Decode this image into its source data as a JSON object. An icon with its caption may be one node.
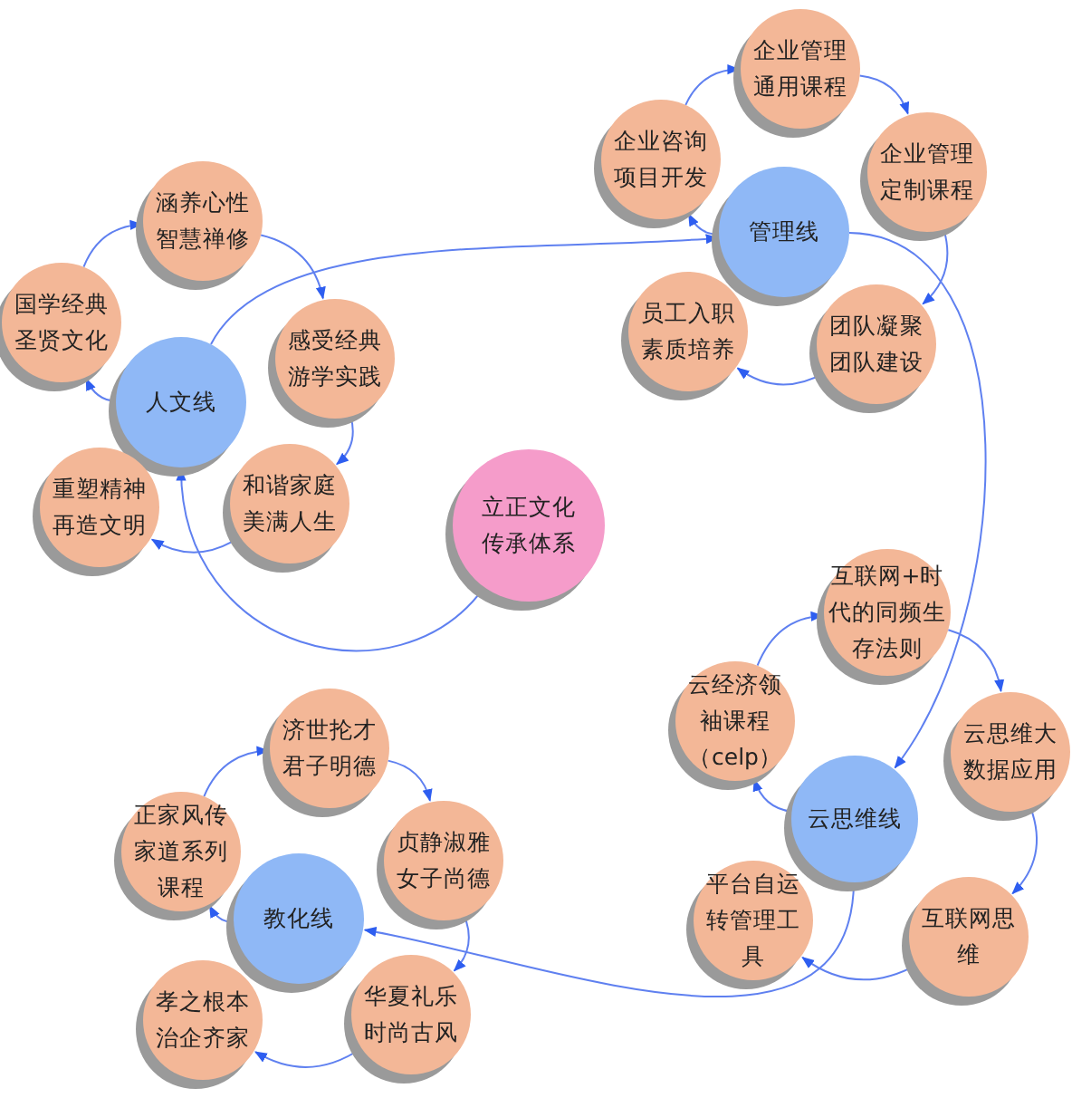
{
  "diagram": {
    "nodes": [
      {
        "text": [
          "立正文化传承体系"
        ]
      },
      {
        "text": [
          "人文线"
        ]
      },
      {
        "text": [
          "国学经典圣贤文化"
        ]
      },
      {
        "text": [
          "涵养心性智慧禅修"
        ]
      },
      {
        "text": [
          "感受经典游学实践"
        ]
      },
      {
        "text": [
          "和谐家庭美满人生"
        ]
      },
      {
        "text": [
          "重塑精神再造文明"
        ]
      },
      {
        "text": [
          "管理线"
        ]
      },
      {
        "text": [
          "企业咨询项目开发"
        ]
      },
      {
        "text": [
          "企业管理通用课程"
        ]
      },
      {
        "text": [
          "企业管理定制课程"
        ]
      },
      {
        "text": [
          "团队凝聚团队建设"
        ]
      },
      {
        "text": [
          "员工入职素质培养"
        ]
      },
      {
        "text": [
          "云思维线"
        ]
      },
      {
        "text": [
          "云经济领袖课程（celp）"
        ]
      },
      {
        "text": [
          "互联网+时代的同频生存法则"
        ]
      },
      {
        "text": [
          "云思维大数据应用"
        ]
      },
      {
        "text": [
          "互联网思维"
        ]
      },
      {
        "text": [
          "平台自运转管理工具"
        ]
      },
      {
        "text": [
          "教化线"
        ]
      },
      {
        "text": [
          "正家风传家道系列课程"
        ]
      },
      {
        "text": [
          "济世抡才君子明德"
        ]
      },
      {
        "text": [
          "贞静淑雅女子尚德"
        ]
      },
      {
        "text": [
          "华夏礼乐时尚古风"
        ]
      },
      {
        "text": [
          "孝之根本治企齐家"
        ]
      }
    ],
    "edges": [
      {
        "from": 0,
        "to": 1,
        "arrow": "to"
      },
      {
        "from": 1,
        "to": 2,
        "arrow": "to"
      },
      {
        "from": 2,
        "to": 3,
        "arrow": "to"
      },
      {
        "from": 3,
        "to": 4,
        "arrow": "to"
      },
      {
        "from": 4,
        "to": 5,
        "arrow": "to"
      },
      {
        "from": 5,
        "to": 6,
        "arrow": "to"
      },
      {
        "from": 1,
        "to": 7,
        "arrow": "to"
      },
      {
        "from": 7,
        "to": 8,
        "arrow": "to"
      },
      {
        "from": 8,
        "to": 9,
        "arrow": "to"
      },
      {
        "from": 9,
        "to": 10,
        "arrow": "to"
      },
      {
        "from": 10,
        "to": 11,
        "arrow": "to"
      },
      {
        "from": 11,
        "to": 12,
        "arrow": "to"
      },
      {
        "from": 7,
        "to": 13,
        "arrow": "to"
      },
      {
        "from": 13,
        "to": 14,
        "arrow": "to"
      },
      {
        "from": 14,
        "to": 15,
        "arrow": "to"
      },
      {
        "from": 15,
        "to": 16,
        "arrow": "to"
      },
      {
        "from": 16,
        "to": 17,
        "arrow": "to"
      },
      {
        "from": 17,
        "to": 18,
        "arrow": "to"
      },
      {
        "from": 13,
        "to": 19,
        "arrow": "to"
      },
      {
        "from": 19,
        "to": 20,
        "arrow": "to"
      },
      {
        "from": 20,
        "to": 21,
        "arrow": "to"
      },
      {
        "from": 21,
        "to": 22,
        "arrow": "to"
      },
      {
        "from": 22,
        "to": 23,
        "arrow": "to"
      },
      {
        "from": 23,
        "to": 24,
        "arrow": "to"
      }
    ]
  }
}
